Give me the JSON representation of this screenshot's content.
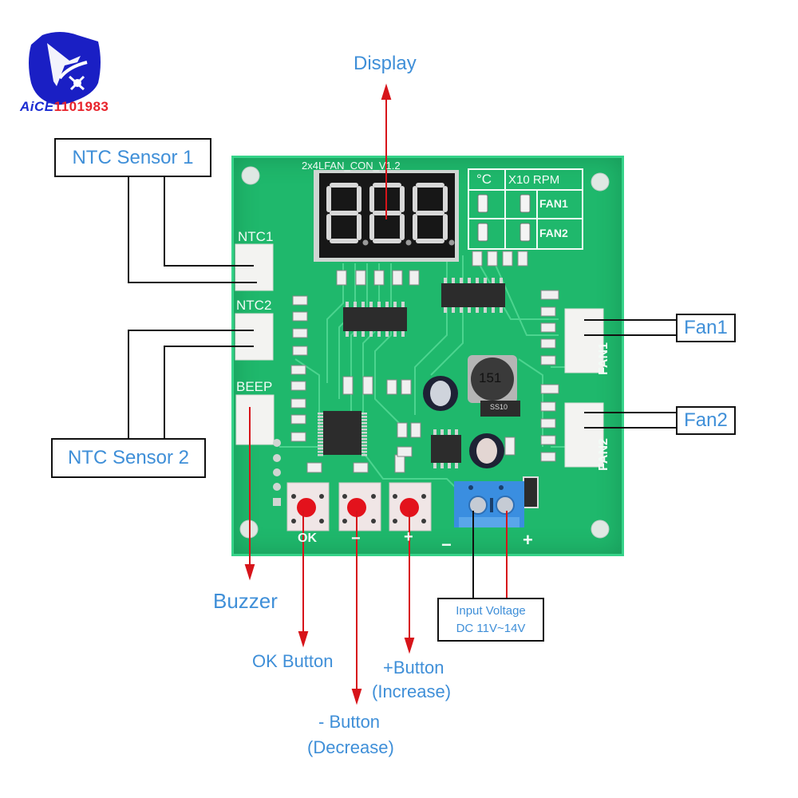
{
  "logo": {
    "brand_prefix": "AiCE",
    "brand_suffix": "1101983",
    "prefix_color": "#1a2bd1",
    "suffix_color": "#e8222a",
    "shield_color": "#1a1fc4"
  },
  "callouts": {
    "display": "Display",
    "ntc_sensor_1": "NTC Sensor 1",
    "ntc_sensor_2": "NTC Sensor 2",
    "fan1": "Fan1",
    "fan2": "Fan2",
    "buzzer": "Buzzer",
    "ok_button": "OK Button",
    "minus_button_line1": "- Button",
    "minus_button_line2": "(Decrease)",
    "plus_button_line1": "+Button",
    "plus_button_line2": "(Increase)",
    "input_voltage_line1": "Input Voltage",
    "input_voltage_line2": "DC 11V~14V"
  },
  "board": {
    "model": "2x4LFAN_CON_V1.2",
    "display_digits": "8.8.8.",
    "indicator_table": {
      "header_unit_c": "°C",
      "header_unit_rpm": "X10 RPM",
      "row1": "FAN1",
      "row2": "FAN2"
    },
    "silkscreen": {
      "ntc1": "NTC1",
      "ntc2": "NTC2",
      "beep": "BEEP",
      "fan1_vertical": "FAN1",
      "fan2_vertical": "FAN2",
      "ok": "OK",
      "minus": "−",
      "plus": "+",
      "terminal_minus": "−",
      "terminal_plus": "+"
    },
    "inductor_marking": "151",
    "diode_marking": "SS10"
  },
  "colors": {
    "label_text": "#3f8fd8",
    "arrow_red": "#d7141a",
    "pcb_green": "#1fb86c",
    "pcb_edge": "#36d389",
    "terminal_blue": "#3a8ee0",
    "button_red": "#e3121c"
  }
}
